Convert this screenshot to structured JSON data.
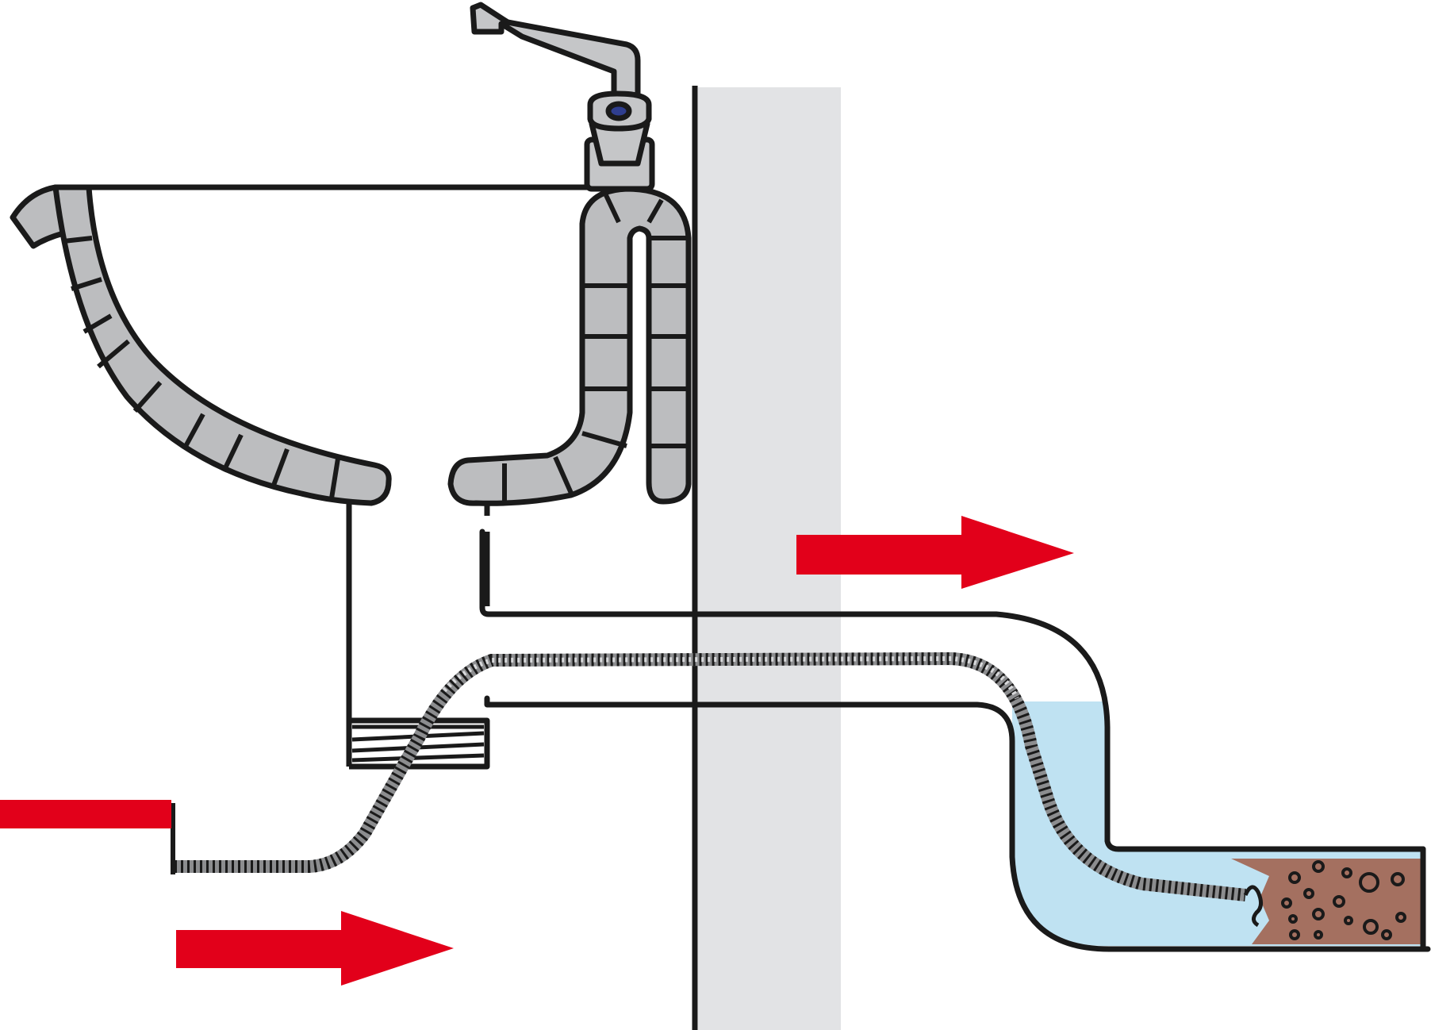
{
  "diagram": {
    "subject": "drain-cleaning-spiral-through-sink-trap",
    "colors": {
      "background": "#ffffff",
      "outline": "#1a1a1a",
      "wall": "#e2e3e5",
      "ceramic": "#bcbdbf",
      "tap_gray": "#c5c6c8",
      "tap_button": "#2f3e8f",
      "arrow_red": "#e2001a",
      "water": "#bfe2f2",
      "clog": "#a47060"
    },
    "icons": {
      "faucet": "faucet-icon",
      "wall": "wall-section",
      "arrows": "direction-arrow-icon",
      "spiral": "drain-spiral-cable",
      "clog": "pipe-clog"
    }
  }
}
